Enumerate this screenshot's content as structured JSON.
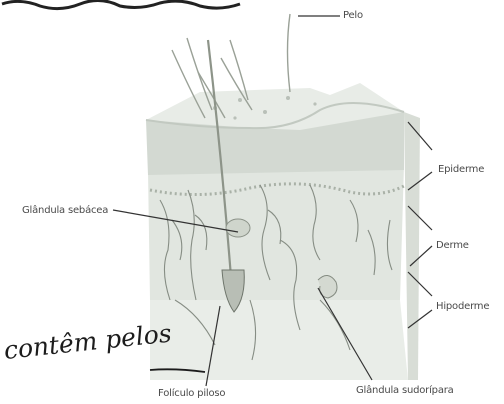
{
  "labels": {
    "pelo": "Pelo",
    "epiderme": "Epiderme",
    "derme": "Derme",
    "hipoderme": "Hipoderme",
    "glandula_sebacea": "Glândula sebácea",
    "foliculo_piloso": "Folículo piloso",
    "glandula_sudoripara": "Glândula sudorípara"
  },
  "handwriting": {
    "note": "contêm pelos"
  }
}
